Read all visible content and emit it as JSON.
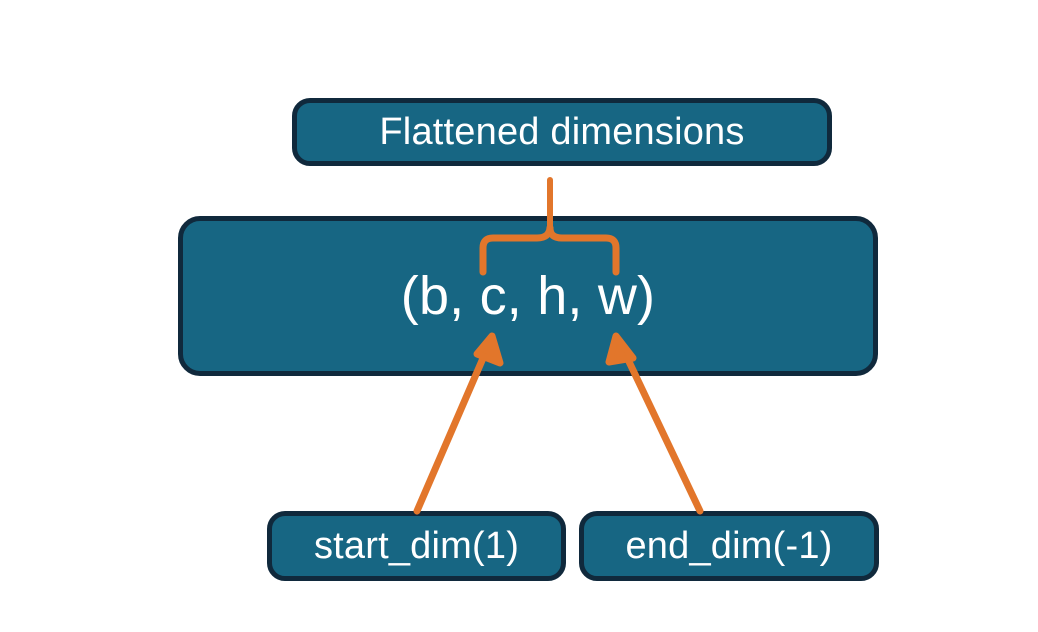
{
  "diagram": {
    "title": "Flattened dimensions",
    "description": "Tensor shape tuple with a brace marking the flattened dimensions and arrows marking start_dim and end_dim",
    "colors": {
      "node_fill": "#176683",
      "node_border": "#10293c",
      "node_text": "#ffffff",
      "connector": "#e2762b",
      "background": "#ffffff"
    },
    "nodes": [
      {
        "id": "flattened",
        "label": "Flattened dimensions",
        "role": "callout-top"
      },
      {
        "id": "shape",
        "label": "(b, c, h, w)",
        "role": "main-shape-tuple"
      },
      {
        "id": "start_dim",
        "label": "start_dim(1)",
        "role": "callout-bottom-left"
      },
      {
        "id": "end_dim",
        "label": "end_dim(-1)",
        "role": "callout-bottom-right"
      }
    ],
    "connectors": [
      {
        "id": "brace",
        "type": "curly-brace",
        "from": "flattened",
        "to": "shape",
        "spans_tokens": [
          "c",
          "h",
          "w"
        ],
        "color": "#e2762b"
      },
      {
        "id": "arrow-start-dim",
        "type": "arrow",
        "from": "start_dim",
        "to": "shape",
        "points_at_token": "c",
        "color": "#e2762b"
      },
      {
        "id": "arrow-end-dim",
        "type": "arrow",
        "from": "end_dim",
        "to": "shape",
        "points_at_token": "w",
        "color": "#e2762b"
      }
    ]
  }
}
